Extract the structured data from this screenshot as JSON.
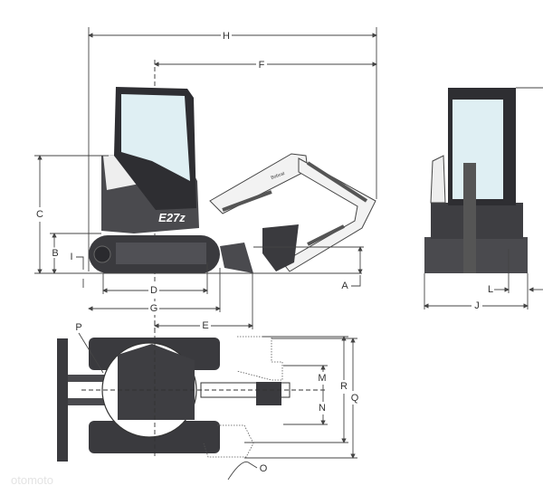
{
  "model_badge": "E27z",
  "brand_text": "Bobcat",
  "dimension_labels": {
    "A": "A",
    "B": "B",
    "C": "C",
    "D": "D",
    "E": "E",
    "F": "F",
    "G": "G",
    "H": "H",
    "I": "I",
    "J": "J",
    "L": "L",
    "M": "M",
    "N": "N",
    "O": "O",
    "P": "P",
    "Q": "Q",
    "R": "R"
  },
  "watermark": "otomoto",
  "colors": {
    "body": "#4a4a4e",
    "glass": "#dfeff3",
    "accent": "#d8432f",
    "boom": "#f2f2f2"
  }
}
